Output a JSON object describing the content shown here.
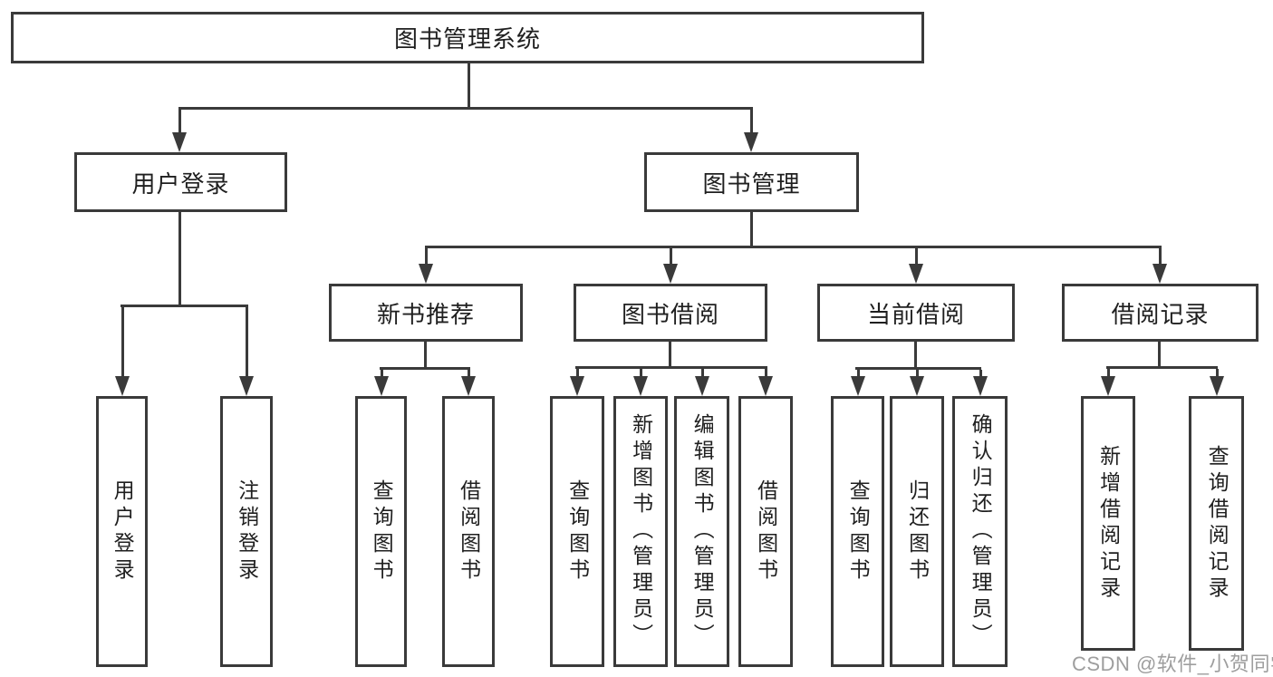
{
  "diagram": {
    "root": {
      "label": "图书管理系统"
    },
    "branches": [
      {
        "label": "用户登录",
        "children": [
          {
            "label": "用户登录"
          },
          {
            "label": "注销登录"
          }
        ]
      },
      {
        "label": "图书管理",
        "children": [
          {
            "label": "新书推荐",
            "children": [
              {
                "label": "查询图书"
              },
              {
                "label": "借阅图书"
              }
            ]
          },
          {
            "label": "图书借阅",
            "children": [
              {
                "label": "查询图书"
              },
              {
                "label": "新增图书（管理员）"
              },
              {
                "label": "编辑图书（管理员）"
              },
              {
                "label": "借阅图书"
              }
            ]
          },
          {
            "label": "当前借阅",
            "children": [
              {
                "label": "查询图书"
              },
              {
                "label": "归还图书"
              },
              {
                "label": "确认归还（管理员）"
              }
            ]
          },
          {
            "label": "借阅记录",
            "children": [
              {
                "label": "新增借阅记录"
              },
              {
                "label": "查询借阅记录"
              }
            ]
          }
        ]
      }
    ]
  },
  "watermark": {
    "text": "CSDN @软件_小贺同学"
  },
  "colors": {
    "line": "#3a3a3a",
    "text": "#1f1f1f",
    "watermark": "#9e9e9e",
    "background": "#ffffff"
  }
}
